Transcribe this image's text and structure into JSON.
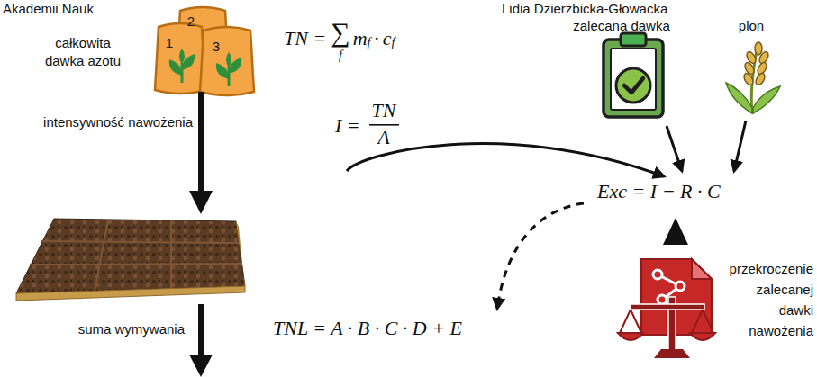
{
  "diagram": {
    "labels": [
      "Akademii Nauk",
      "Lidia Dzierżbicka-Głowacka",
      "całkowita dawka azotu",
      "1",
      "2",
      "3",
      "TN =",
      "∑",
      "f",
      "m",
      "f",
      "·",
      "c",
      "f",
      "zalecana dawka",
      "plon",
      "intensywność nawożenia",
      "I =",
      "TN",
      "A",
      "Exc = I − R · C",
      "przekroczenie zalecanej dawki nawożenia",
      "suma wymywania",
      "TNL = A · B · C · D + E"
    ]
  }
}
